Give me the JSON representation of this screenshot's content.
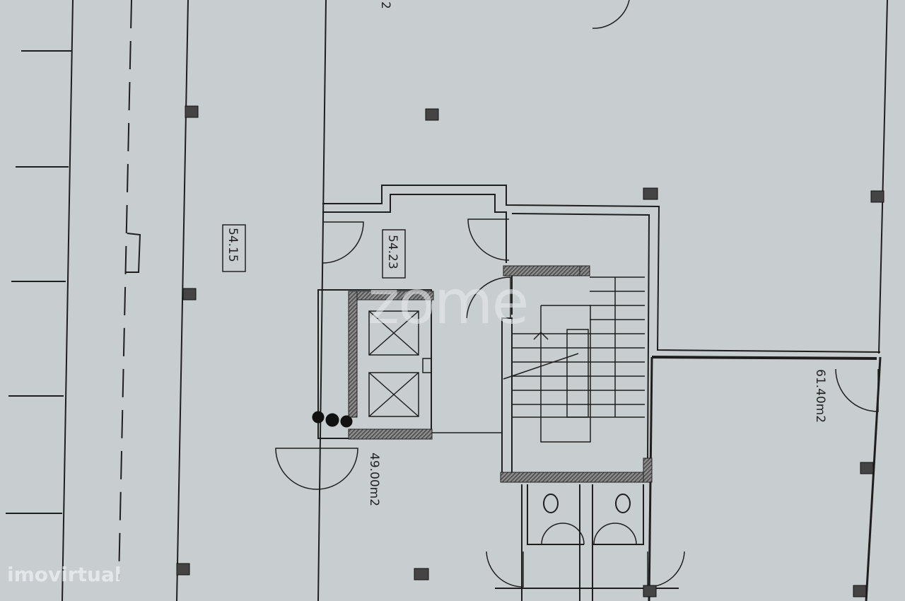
{
  "plan": {
    "labels": {
      "corridor_left": "54.15",
      "lobby": "54.23",
      "room_bottom": "49.00m2",
      "room_right": "61.40m2",
      "top_fragment": "2"
    },
    "watermarks": {
      "center": "zome",
      "corner": "imovirtual"
    },
    "colors": {
      "paper": "#c8cdd0",
      "ink": "#1e1e1e",
      "hatch": "#555555"
    }
  }
}
